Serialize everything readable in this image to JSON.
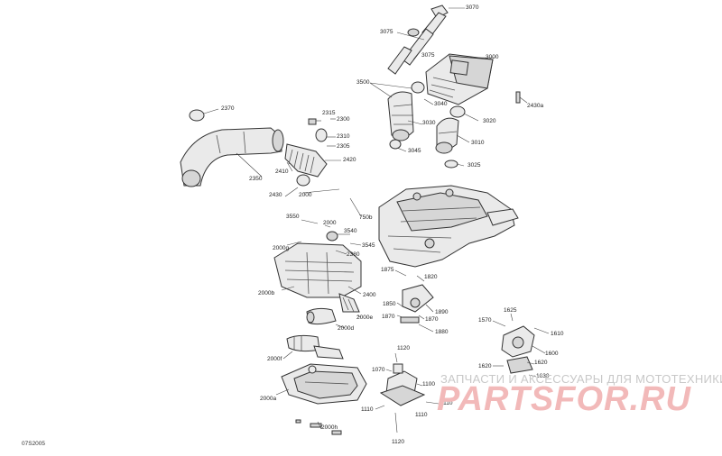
{
  "diagram_ref": "07S2005",
  "watermark": {
    "text": "ЗАПЧАСТИ И АКСЕССУАРЫ ДЛЯ МОТОТЕХНИКИ",
    "logo": "PARTSFOR.RU"
  },
  "callouts": {
    "c3070": "3070",
    "c3075a": "3075",
    "c3075b": "3075",
    "c3000": "3000",
    "c3500": "3500",
    "c3040": "3040",
    "c3020": "3020",
    "c2430a": "2430a",
    "c3030": "3030",
    "c3010": "3010",
    "c3045": "3045",
    "c3025": "3025",
    "c2370": "2370",
    "c2315": "2315",
    "c2300": "2300",
    "c2310": "2310",
    "c2305": "2305",
    "c2420": "2420",
    "c2410": "2410",
    "c2350": "2350",
    "c2430": "2430",
    "c2000a": "2000",
    "c750b": "750b",
    "c3550": "3550",
    "c2000b": "2000",
    "c3540": "3540",
    "c3545": "3545",
    "c2000g": "2000g",
    "c2380": "2380",
    "c1875": "1875",
    "c1820": "1820",
    "c2000bb": "2000b",
    "c2400": "2400",
    "c1850": "1850",
    "c1890": "1890",
    "c2000e": "2000e",
    "c1870a": "1870",
    "c1870b": "1870",
    "c1880": "1880",
    "c2000d": "2000d",
    "c1625": "1625",
    "c1570": "1570",
    "c1610": "1610",
    "c1600": "1600",
    "c1620a": "1620",
    "c1620b": "1620",
    "c1630": "1630",
    "c2000f": "2000f",
    "c1120a": "1120",
    "c1070": "1070",
    "c1100": "1100",
    "c2000a2": "2000a",
    "c1110a": "1110",
    "c1110b": "1110",
    "c1110c": "1110",
    "c1120b": "1120",
    "c2000h": "2000h"
  }
}
